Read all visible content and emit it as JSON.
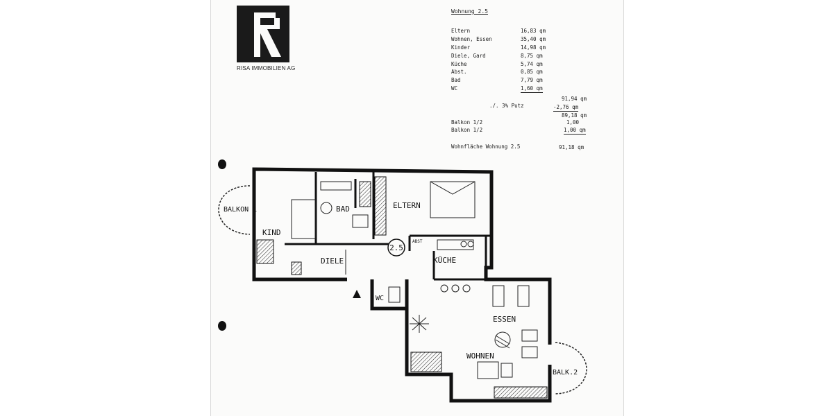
{
  "company": {
    "name": "RISA IMMOBILIEN AG"
  },
  "schedule": {
    "title": "Wohnung 2.5",
    "rooms": [
      {
        "label": "Eltern",
        "value": "16,83 qm"
      },
      {
        "label": "Wohnen, Essen",
        "value": "35,40 qm"
      },
      {
        "label": "Kinder",
        "value": "14,98 qm"
      },
      {
        "label": "Diele, Gard",
        "value": "8,75 qm"
      },
      {
        "label": "Küche",
        "value": "5,74 qm"
      },
      {
        "label": "Abst.",
        "value": "0,85 qm"
      },
      {
        "label": "Bad",
        "value": "7,79 qm"
      },
      {
        "label": "WC",
        "value": "1,60 qm"
      }
    ],
    "subtotal": "91,94 qm",
    "putz_label": "./. 3% Putz",
    "putz_value": "-2,76 qm",
    "after_putz": "89,18 qm",
    "balcony_1_label": "Balkon 1/2",
    "balcony_1_value": "1,00",
    "balcony_2_label": "Balkon 1/2",
    "balcony_2_value": "1,00 qm",
    "total_label": "Wohnfläche Wohnung 2.5",
    "total_value": "91,18 qm"
  },
  "plan": {
    "unit_number": "2.5",
    "rooms": {
      "balkon1": "BALKON 1",
      "kind": "KIND",
      "bad": "BAD",
      "eltern": "ELTERN",
      "diele": "DIELE",
      "kueche": "KÜCHE",
      "wc": "WC",
      "essen": "ESSEN",
      "wohnen": "WOHNEN",
      "balk2": "BALK.2",
      "abst": "ABST"
    }
  }
}
